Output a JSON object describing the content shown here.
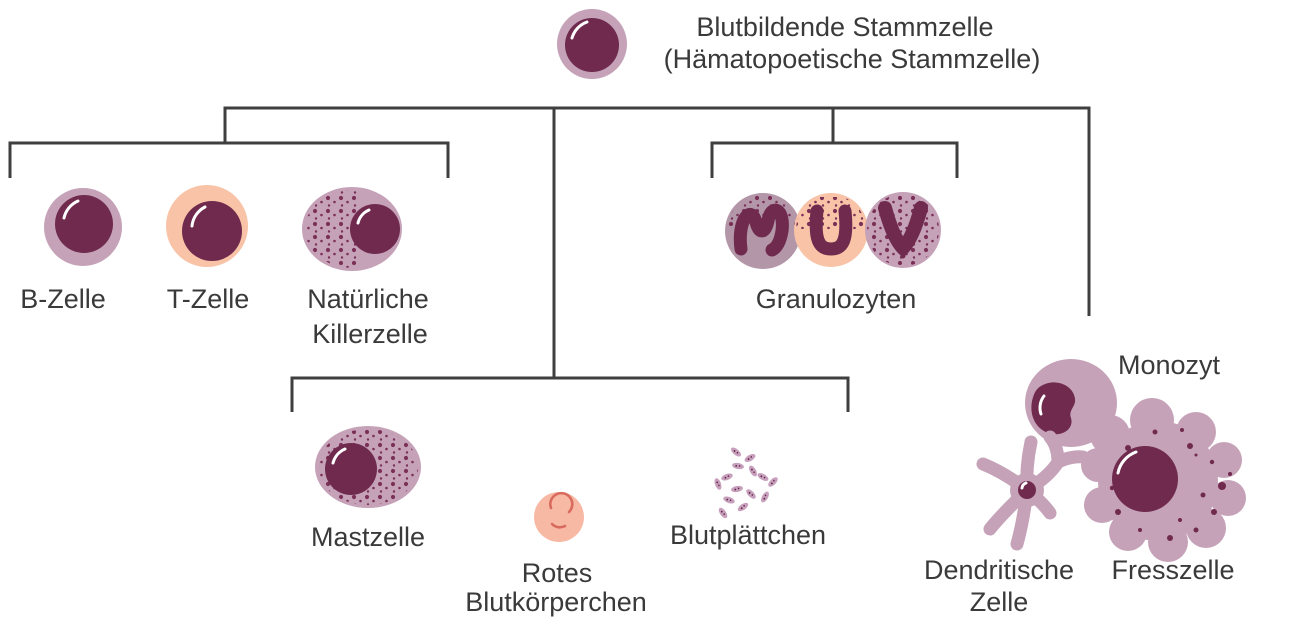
{
  "title": {
    "line1": "Blutbildende Stammzelle",
    "line2": "(Hämatopoetische Stammzelle)"
  },
  "nodes": {
    "b_cell": {
      "label": "B-Zelle"
    },
    "t_cell": {
      "label": "T-Zelle"
    },
    "nk_cell": {
      "label_line1": "Natürliche",
      "label_line2": "Killerzelle"
    },
    "granulocytes": {
      "label": "Granulozyten"
    },
    "monocyte": {
      "label": "Monozyt"
    },
    "mast_cell": {
      "label": "Mastzelle"
    },
    "red_blood_cell": {
      "label_line1": "Rotes",
      "label_line2": "Blutkörperchen"
    },
    "platelets": {
      "label": "Blutplättchen"
    },
    "dendritic_cell": {
      "label_line1": "Dendritische",
      "label_line2": "Zelle"
    },
    "macrophage": {
      "label": "Fresszelle"
    }
  },
  "colors": {
    "cell_body_mauve": "#c5a2b8",
    "cell_body_gray_mauve": "#b397a9",
    "cell_body_peach": "#f8c3a6",
    "nucleus": "#6f2a4e",
    "granule_dot": "#7b3058",
    "rbc_body": "#f7b8a4",
    "rbc_mark": "#d96a5e",
    "platelet_body": "#c79fbc",
    "platelet_dot": "#5e2843",
    "connector_line": "#3f3f3f",
    "text": "#3a3a3a",
    "background": "#ffffff"
  }
}
